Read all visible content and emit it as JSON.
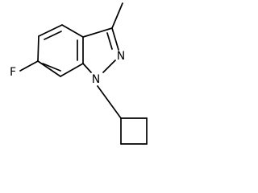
{
  "molecule": {
    "atoms": {
      "n1": "N",
      "n2": "N",
      "f": "F"
    },
    "colors": {
      "bond": "#000000",
      "background": "#ffffff"
    }
  }
}
